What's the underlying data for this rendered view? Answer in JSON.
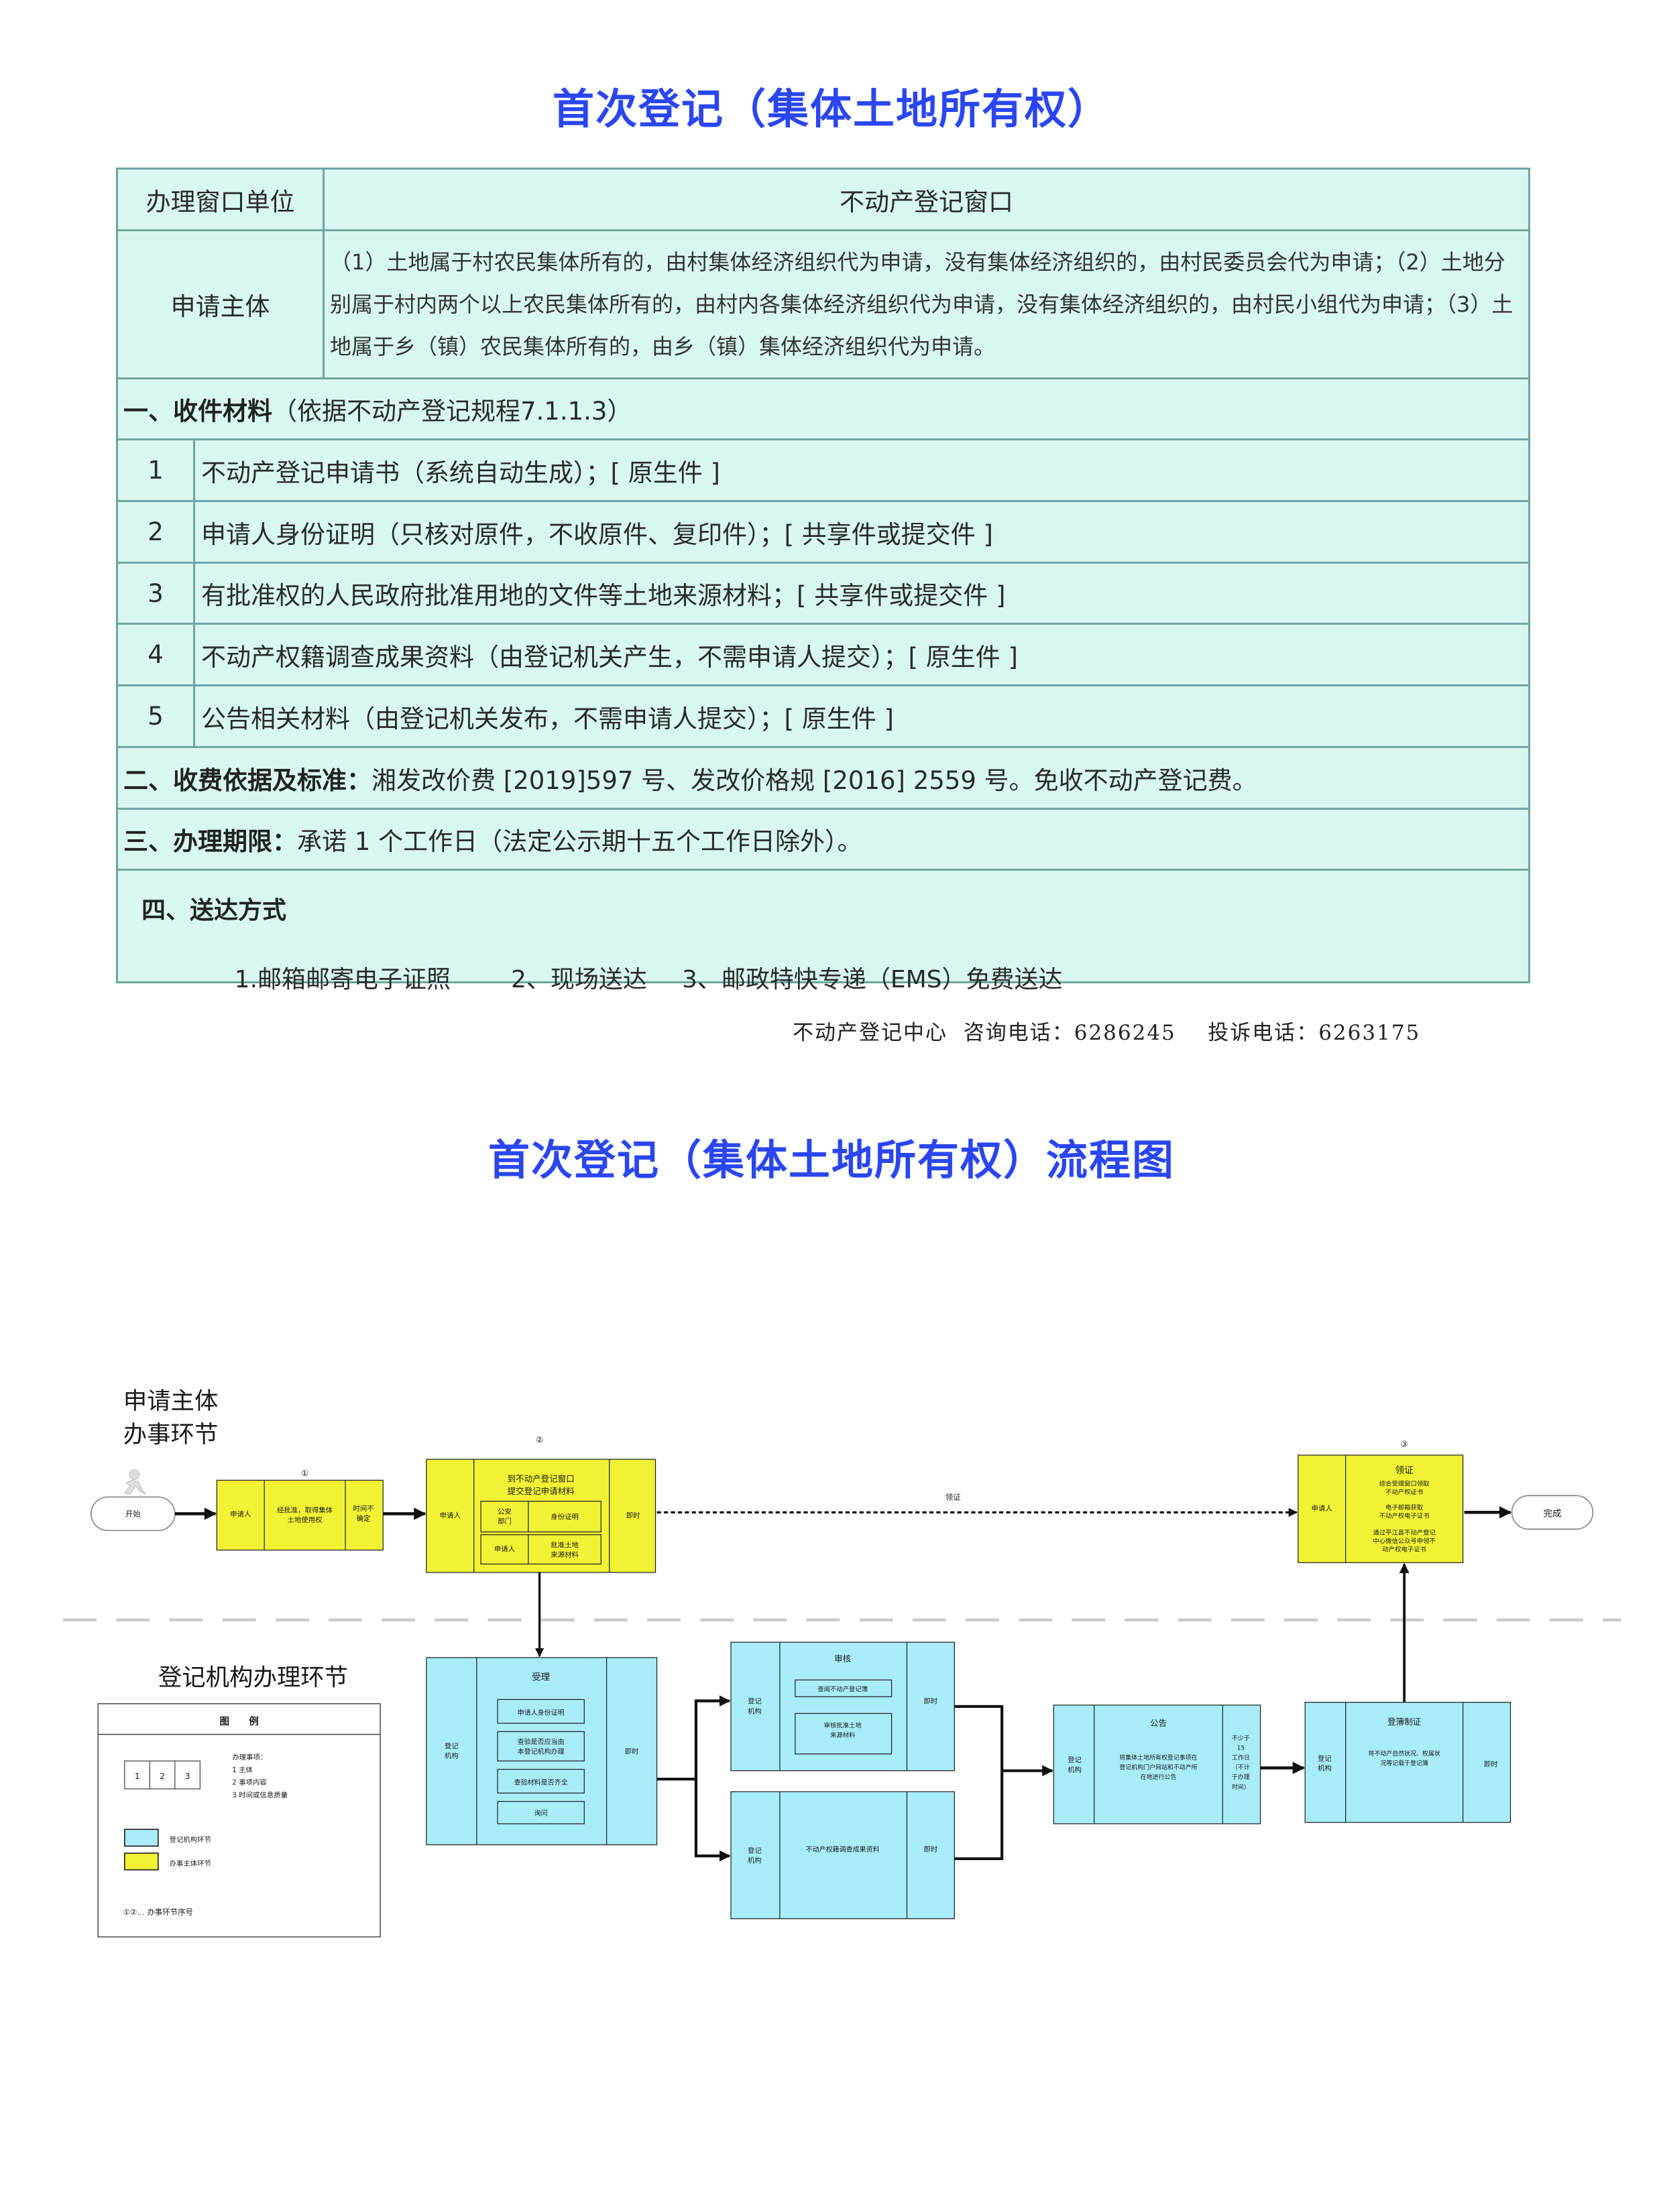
{
  "doc_title": "首次登记（集体土地所有权）",
  "table": {
    "window_label": "办理窗口单位",
    "window_value": "不动产登记窗口",
    "applicant_label": "申请主体",
    "applicant_text": "（1）土地属于村农民集体所有的，由村集体经济组织代为申请，没有集体经济组织的，由村民委员会代为申请；（2）土地分别属于村内两个以上农民集体所有的，由村内各集体经济组织代为申请，没有集体经济组织的，由村民小组代为申请；（3）土地属于乡（镇）农民集体所有的，由乡（镇）集体经济组织代为申请。",
    "materials_heading": "一、收件材料",
    "materials_basis": "（依据不动产登记规程7.1.1.3）",
    "materials": [
      {
        "no": "1",
        "text": "不动产登记申请书（系统自动生成）；[ 原生件 ]"
      },
      {
        "no": "2",
        "text": "申请人身份证明（只核对原件，不收原件、复印件）；[ 共享件或提交件 ]"
      },
      {
        "no": "3",
        "text": "有批准权的人民政府批准用地的文件等土地来源材料；[ 共享件或提交件 ]"
      },
      {
        "no": "4",
        "text": "不动产权籍调查成果资料（由登记机关产生，不需申请人提交）；[ 原生件 ]"
      },
      {
        "no": "5",
        "text": "公告相关材料（由登记机关发布，不需申请人提交）；[ 原生件 ]"
      }
    ],
    "fee_heading": "二、收费依据及标准：",
    "fee_text": "湘发改价费 [2019]597 号、发改价格规 [2016] 2559 号。免收不动产登记费。",
    "period_heading": "三、办理期限：",
    "period_text": "承诺 1 个工作日（法定公示期十五个工作日除外）。",
    "delivery_heading": "四、送达方式",
    "delivery_options": [
      "1.邮箱邮寄电子证照",
      "2、现场送达",
      "3、邮政特快专递（EMS）免费送达"
    ]
  },
  "contact": {
    "center": "不动产登记中心",
    "consult": "咨询电话：6286245",
    "complaint": "投诉电话：6263175"
  },
  "flow_title": "首次登记（集体土地所有权）流程图",
  "flow": {
    "applicant_lane": [
      "申请主体",
      "办事环节"
    ],
    "agency_lane": "登记机构办理环节",
    "start": "开始",
    "end": "完成",
    "pickup_label": "领证",
    "step1": {
      "num": "①",
      "actor": "申请人",
      "content": [
        "经批准，取得集体",
        "土地使用权"
      ],
      "time": [
        "时间不",
        "确定"
      ]
    },
    "step2": {
      "num": "②",
      "actor": "申请人",
      "title": [
        "到不动产登记窗口",
        "提交登记申请材料"
      ],
      "sub1_org": [
        "公安",
        "部门"
      ],
      "sub1_item": "身份证明",
      "sub2_org": "申请人",
      "sub2_item": [
        "批准土地",
        "来源材料"
      ],
      "time": "即时"
    },
    "step3": {
      "num": "③",
      "actor": "申请人",
      "title": "领证",
      "lines": [
        "综合受理窗口领取",
        "不动产权证书",
        "电子邮箱获取",
        "不动产权电子证书",
        "通过平江县不动产登记",
        "中心微信公众号申领不",
        "动产权电子证书"
      ]
    },
    "accept": {
      "actor": [
        "登记",
        "机构"
      ],
      "title": "受理",
      "items": [
        "申请人身份证明",
        "查验是否应当由",
        "本登记机构办理",
        "查验材料是否齐全",
        "询问"
      ],
      "time": "即时"
    },
    "review": {
      "actor": [
        "登记",
        "机构"
      ],
      "title": "审核",
      "items": [
        "查阅不动产登记簿",
        "审核批准土地",
        "来源材料"
      ],
      "time": "即时"
    },
    "survey": {
      "actor": [
        "登记",
        "机构"
      ],
      "content": "不动产权籍调查成果资料",
      "time": "即时"
    },
    "notice": {
      "actor": [
        "登记",
        "机构"
      ],
      "title": "公告",
      "content": [
        "将集体土地所有权登记事项在",
        "登记机构门户网站和不动产所",
        "在地进行公告"
      ],
      "time": [
        "不少于",
        "15",
        "工作日",
        "（不计",
        "于办理",
        "时间）"
      ]
    },
    "register": {
      "actor": [
        "登记",
        "机构"
      ],
      "title": "登簿制证",
      "content": [
        "将不动产自然状况、权属状",
        "况等记载于登记簿"
      ],
      "time": "即时"
    },
    "legend": {
      "title": "图　　例",
      "cells": [
        "1",
        "2",
        "3"
      ],
      "desc": [
        "办理事项：",
        "1  主体",
        "2  事项内容",
        "3  时间或信息质量"
      ],
      "agency_label": "登记机构环节",
      "applicant_label": "办事主体环节",
      "seq_label": "①②… 办事环节序号"
    }
  },
  "colors": {
    "title": "#2a46f0",
    "table_bg": "#d8f7ef",
    "agency": "#a8ecf7",
    "applicant": "#f2f234"
  }
}
